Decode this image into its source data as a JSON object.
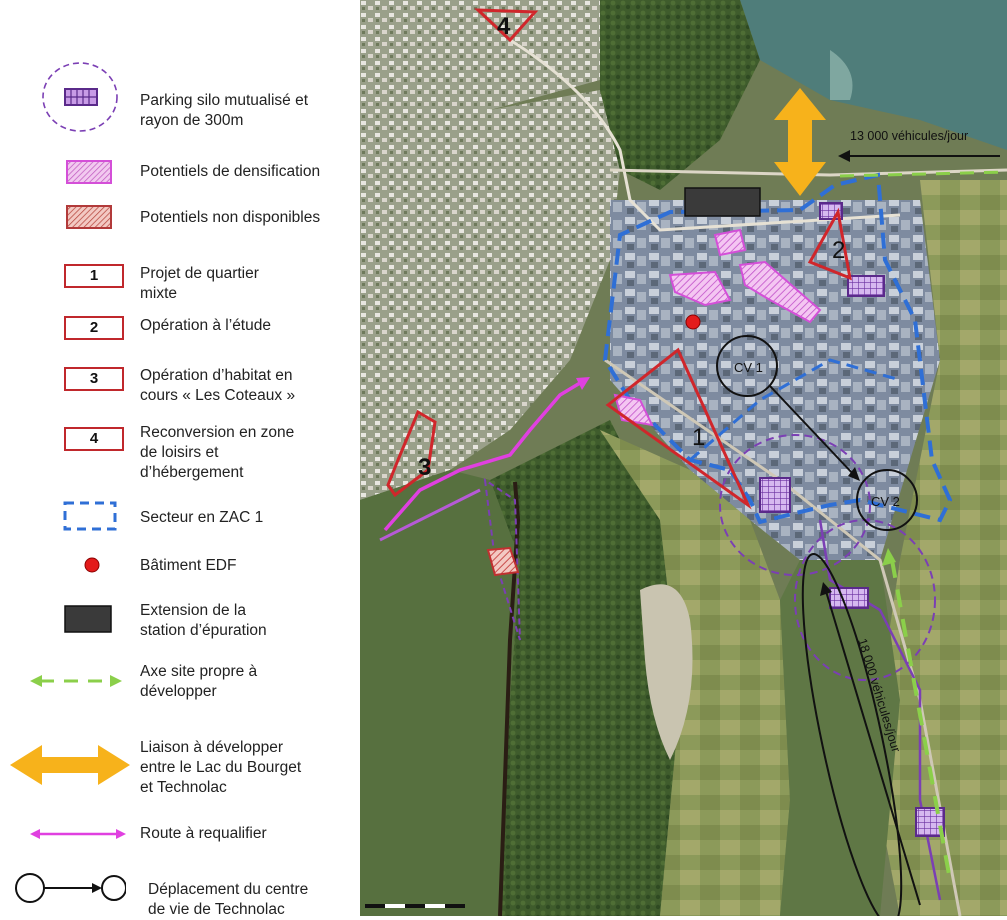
{
  "legend": {
    "items": [
      {
        "label": "Parking silo mutualisé et\nrayon de 300m",
        "icon": "parking-silo-icon"
      },
      {
        "label": "Potentiels de densification",
        "icon": "densification-hatch-icon"
      },
      {
        "label": "Potentiels non disponibles",
        "icon": "unavailable-hatch-icon"
      },
      {
        "label": "Projet de quartier\nmixte",
        "number": "1"
      },
      {
        "label": "Opération à l’étude",
        "number": "2"
      },
      {
        "label": "Opération d’habitat en\ncours « Les Coteaux »",
        "number": "3"
      },
      {
        "label": "Reconversion en zone\nde loisirs et\nd’hébergement",
        "number": "4"
      },
      {
        "label": "Secteur en ZAC 1",
        "icon": "zac-dashed-box-icon"
      },
      {
        "label": "Bâtiment EDF",
        "icon": "red-dot-icon"
      },
      {
        "label": "Extension de la\nstation d’épuration",
        "icon": "black-rectangle-icon"
      },
      {
        "label": "Axe site propre à\ndévelopper",
        "icon": "green-dashed-arrow-icon"
      },
      {
        "label": "Liaison à développer\nentre le Lac du Bourget\net Technolac",
        "icon": "orange-double-arrow-icon"
      },
      {
        "label": "Route à requalifier",
        "icon": "magenta-double-arrow-icon"
      },
      {
        "label": "Déplacement du centre\nde vie de Technolac",
        "icon": "circle-arrow-circle-icon"
      }
    ]
  },
  "map": {
    "traffic_top": "13 000 véhicules/jour",
    "traffic_side": "18 000 véhicules/jour",
    "cv1": "CV 1",
    "cv2": "CV 2",
    "zones": [
      "1",
      "2",
      "3",
      "4"
    ]
  },
  "colors": {
    "red": "#d0262b",
    "blue_zac": "#2f6fd6",
    "purple": "#7b3fb4",
    "magenta": "#e040e0",
    "orange": "#f7b21b",
    "green_axis": "#8bcf4a"
  }
}
